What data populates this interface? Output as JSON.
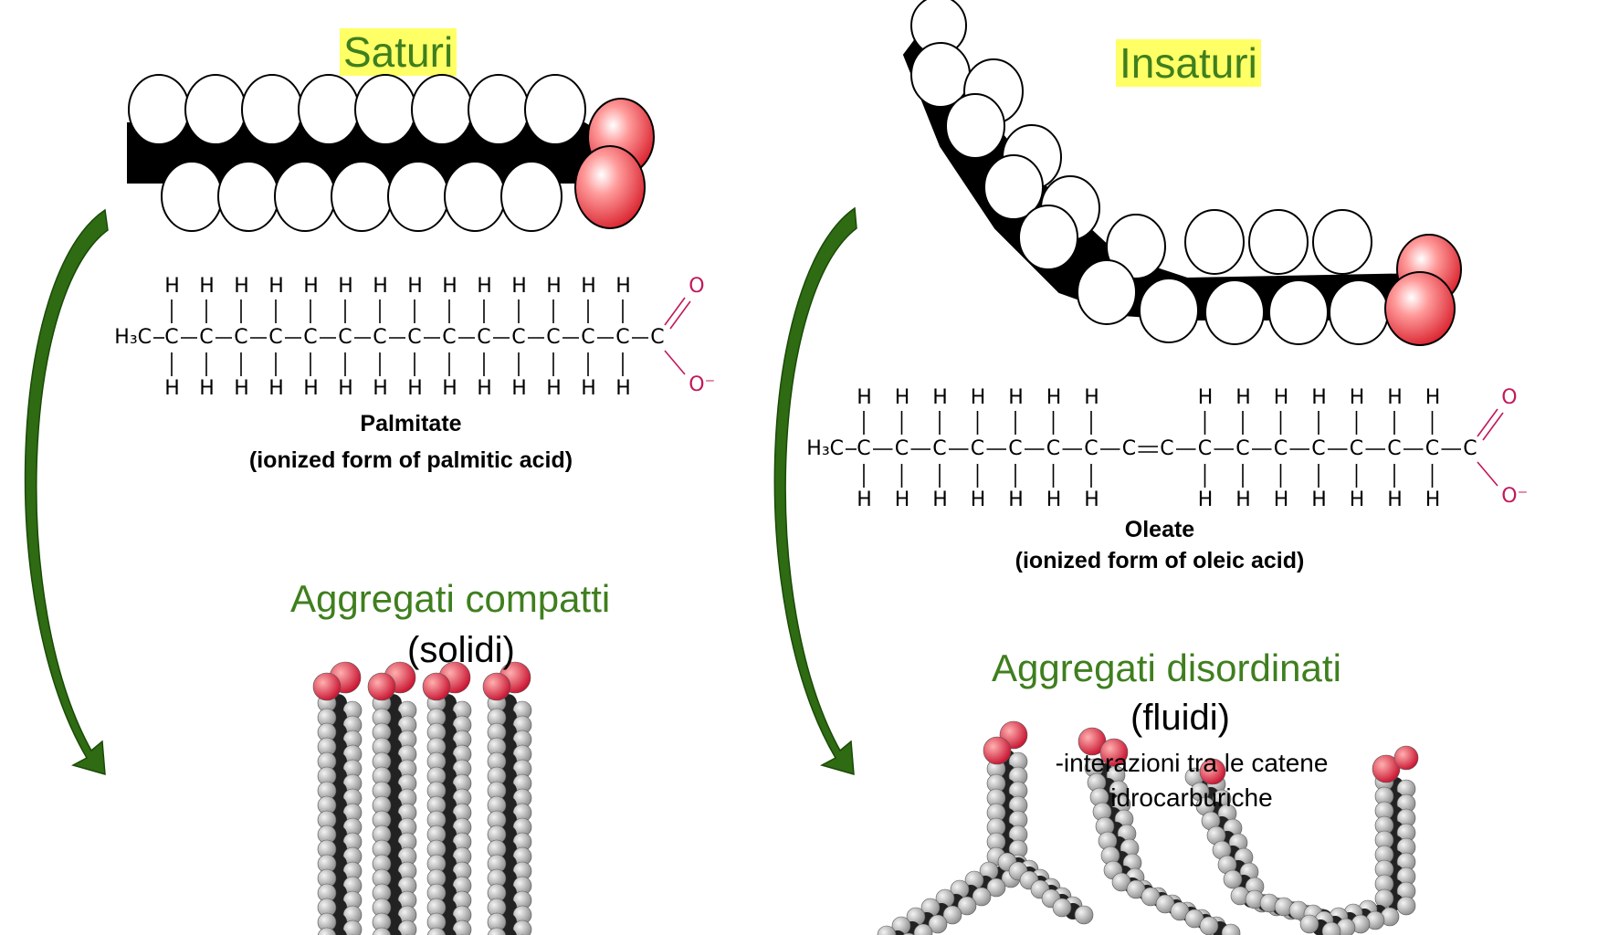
{
  "left": {
    "tag": "Saturi",
    "name": "Palmitate",
    "desc": "(ionized form of palmitic acid)",
    "aggr_title": "Aggregati compatti",
    "aggr_sub": "(solidi)"
  },
  "right": {
    "tag": "Insaturi",
    "name": "Oleate",
    "desc": "(ionized form of oleic acid)",
    "aggr_title": "Aggregati disordinati",
    "aggr_sub": "(fluidi)",
    "note_line1": "-interazioni tra le catene",
    "note_line2": "idrocarburiche"
  },
  "atoms": {
    "h": "H",
    "c": "C",
    "o": "O",
    "ominus": "O⁻",
    "methyl": "H₃C"
  },
  "colors": {
    "highlight": "#ffff66",
    "title_green": "#3f7f1e",
    "arrow_green": "#2e6b12",
    "oxygen_red": "#e8343c",
    "oxygen_text": "#c2185b"
  }
}
